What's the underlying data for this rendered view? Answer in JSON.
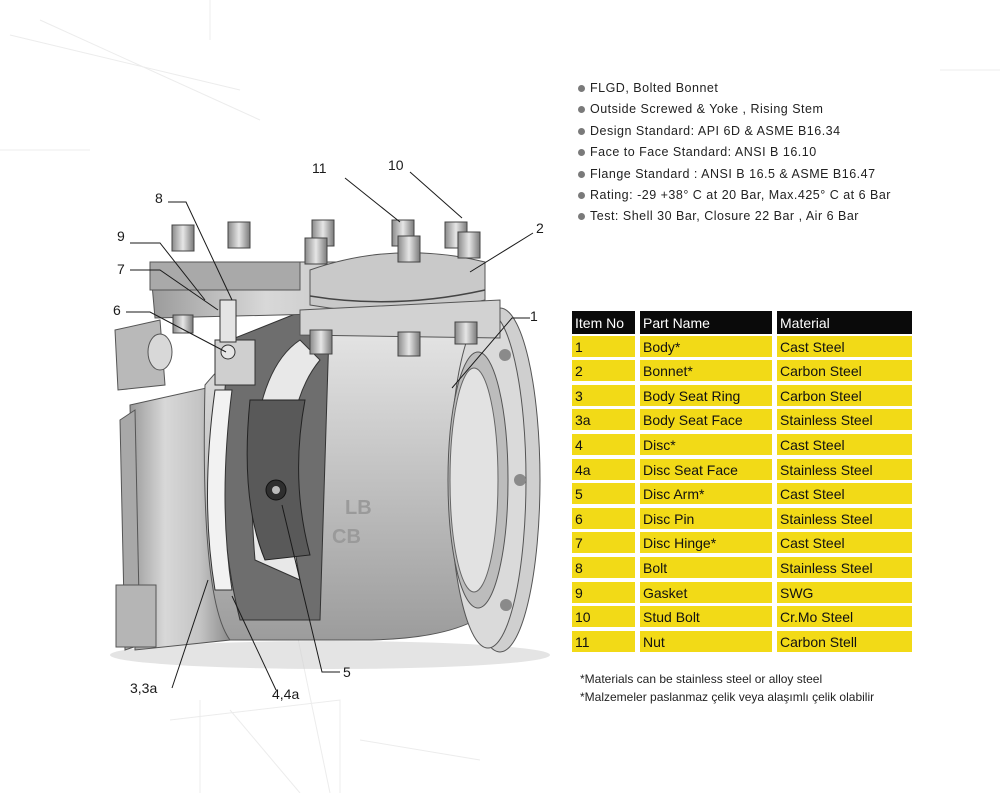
{
  "specs": [
    "FLGD, Bolted Bonnet",
    "Outside Screwed & Yoke , Rising Stem",
    "Design Standard: API 6D  & ASME B16.34",
    "Face to Face Standard: ANSI B 16.10",
    "Flange Standard : ANSI B 16.5 & ASME B16.47",
    "Rating: -29 +38° C at 20 Bar, Max.425° C at 6 Bar",
    "Test: Shell 30 Bar, Closure 22 Bar ,  Air 6 Bar"
  ],
  "table": {
    "headers": [
      "Item No",
      "Part Name",
      "Material"
    ],
    "rows": [
      [
        "1",
        "Body*",
        "Cast Steel"
      ],
      [
        "2",
        "Bonnet*",
        "Carbon Steel"
      ],
      [
        "3",
        "Body Seat Ring",
        "Carbon Steel"
      ],
      [
        "3a",
        "Body Seat Face",
        "Stainless Steel"
      ],
      [
        "4",
        "Disc*",
        "Cast Steel"
      ],
      [
        "4a",
        "Disc Seat Face",
        "Stainless Steel"
      ],
      [
        "5",
        "Disc Arm*",
        "Cast Steel"
      ],
      [
        "6",
        "Disc Pin",
        "Stainless Steel"
      ],
      [
        "7",
        "Disc Hinge*",
        "Cast Steel"
      ],
      [
        "8",
        "Bolt",
        "Stainless Steel"
      ],
      [
        "9",
        "Gasket",
        "SWG"
      ],
      [
        "10",
        "Stud Bolt",
        "Cr.Mo Steel"
      ],
      [
        "11",
        "Nut",
        "Carbon Stell"
      ]
    ]
  },
  "notes": [
    "*Materials can be stainless steel or alloy steel",
    "*Malzemeler paslanmaz çelik veya alaşımlı çelik olabilir"
  ],
  "callouts": [
    "11",
    "10",
    "8",
    "2",
    "9",
    "7",
    "6",
    "1",
    "3,3a",
    "4,4a",
    "5"
  ],
  "casting_marks": [
    "LB",
    "CB"
  ],
  "colors": {
    "table_header": "#0a0a0a",
    "table_row": "#f2da17",
    "valve_body": "#c8c8c8",
    "section_cut": "#6e6e6e"
  }
}
